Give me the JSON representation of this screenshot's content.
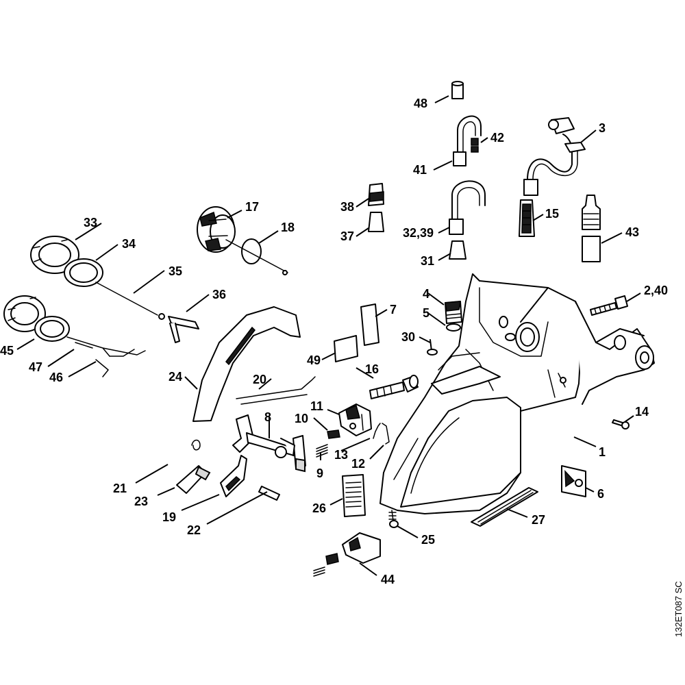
{
  "drawing_code": "132ET087 SC",
  "callouts": {
    "c1": "1",
    "c2_40": "2,40",
    "c3": "3",
    "c4": "4",
    "c5": "5",
    "c6": "6",
    "c7": "7",
    "c8": "8",
    "c9": "9",
    "c10": "10",
    "c11": "11",
    "c12": "12",
    "c13": "13",
    "c14": "14",
    "c15": "15",
    "c16": "16",
    "c17": "17",
    "c18": "18",
    "c19": "19",
    "c20": "20",
    "c21": "21",
    "c22": "22",
    "c23": "23",
    "c24": "24",
    "c25": "25",
    "c26": "26",
    "c27": "27",
    "c30": "30",
    "c31": "31",
    "c32_39": "32,39",
    "c33": "33",
    "c34": "34",
    "c35": "35",
    "c36": "36",
    "c37": "37",
    "c38": "38",
    "c41": "41",
    "c42": "42",
    "c43": "43",
    "c44": "44",
    "c45": "45",
    "c46": "46",
    "c47": "47",
    "c48": "48",
    "c49": "49"
  }
}
